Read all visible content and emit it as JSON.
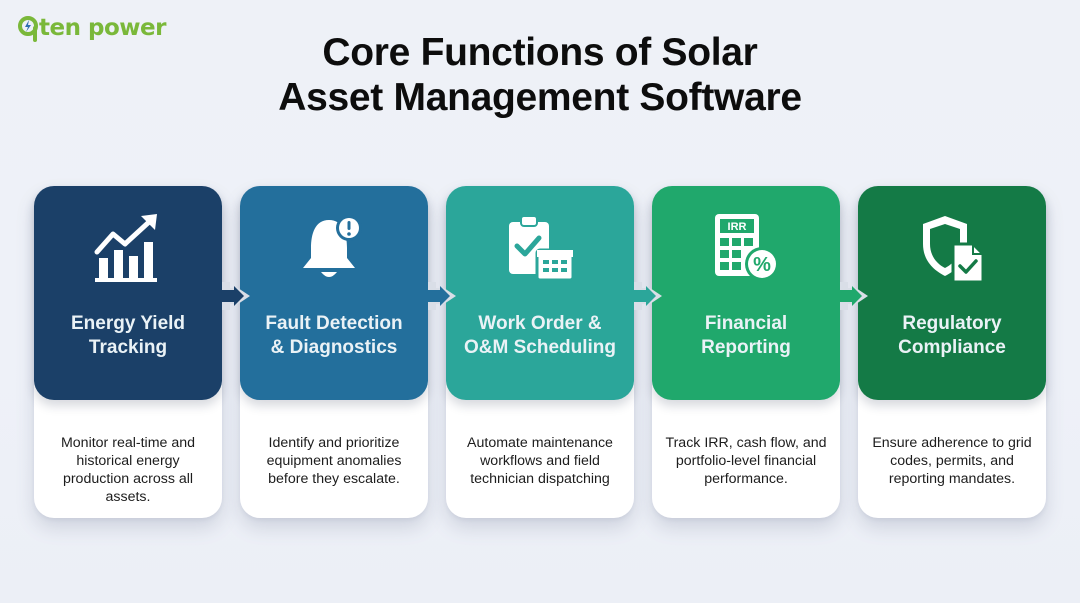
{
  "brand": {
    "logo_text": "ten power",
    "logo_prefix": "o",
    "color": "#7ab83a"
  },
  "header": {
    "title_line1": "Core Functions of Solar",
    "title_line2": "Asset Management Software"
  },
  "steps": [
    {
      "title_line1": "Energy Yield",
      "title_line2": "Tracking",
      "icon": "chart-growth-icon",
      "color": "#1b4068",
      "desc": "Monitor real-time and historical energy production across all assets."
    },
    {
      "title_line1": "Fault Detection",
      "title_line2": "& Diagnostics",
      "icon": "alert-bell-icon",
      "color": "#236f9c",
      "desc": "Identify and prioritize equipment anomalies before they escalate."
    },
    {
      "title_line1": "Work Order &",
      "title_line2": "O&M Scheduling",
      "icon": "clipboard-calendar-icon",
      "color": "#2ba69a",
      "desc": "Automate maintenance workflows and field technician dispatching"
    },
    {
      "title_line1": "Financial",
      "title_line2": "Reporting",
      "icon": "calculator-percent-icon",
      "color": "#20a86c",
      "icon_label": "IRR",
      "desc": "Track IRR, cash flow, and portfolio-level financial performance."
    },
    {
      "title_line1": "Regulatory",
      "title_line2": "Compliance",
      "icon": "shield-document-icon",
      "color": "#147a46",
      "desc": "Ensure adherence to grid codes, permits, and reporting mandates."
    }
  ]
}
